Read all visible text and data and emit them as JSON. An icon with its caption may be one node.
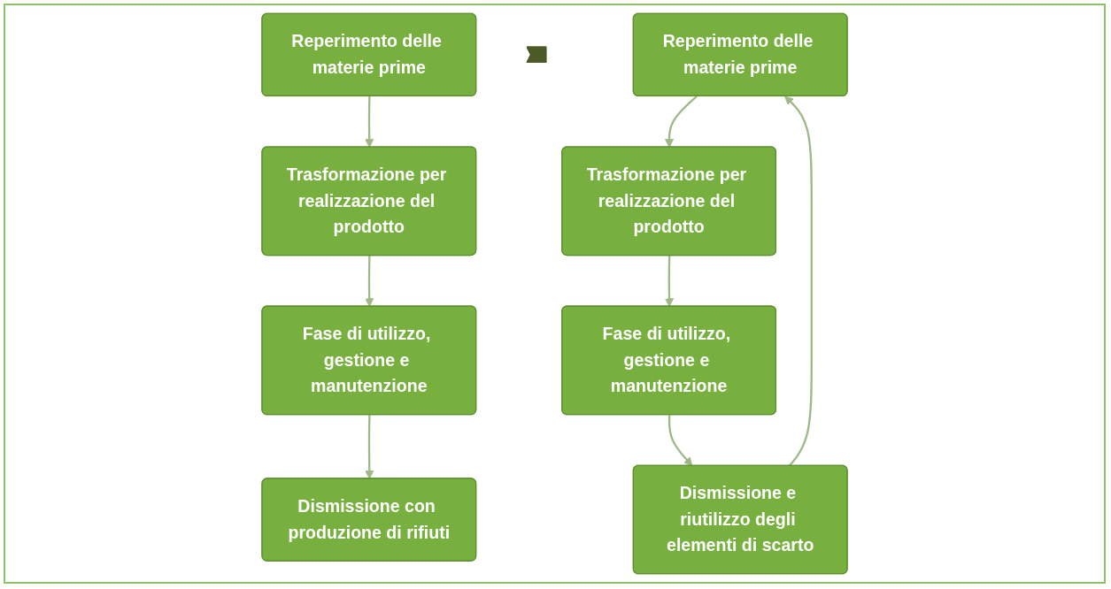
{
  "diagram": {
    "nodes": [
      {
        "text": [
          "Reperimento delle materie prime"
        ]
      },
      {
        "text": [
          "Trasformazione per realizzazione del prodotto"
        ]
      },
      {
        "text": [
          "Fase di utilizzo, gestione e manutenzione"
        ]
      },
      {
        "text": [
          "Dismissione con produzione di rifiuti"
        ]
      },
      {
        "text": [],
        "shape": "arrow"
      },
      {
        "text": [
          "Reperimento delle materie prime"
        ]
      },
      {
        "text": [
          "Trasformazione per realizzazione del prodotto"
        ]
      },
      {
        "text": [
          "Fase di utilizzo, gestione e manutenzione"
        ]
      },
      {
        "text": [
          "Dismissione e riutilizzo degli elementi di scarto"
        ]
      }
    ],
    "edges": [
      {
        "from": 0,
        "to": 1,
        "arrow": "to"
      },
      {
        "from": 1,
        "to": 2,
        "arrow": "to"
      },
      {
        "from": 2,
        "to": 3,
        "arrow": "to"
      },
      {
        "from": 5,
        "to": 6,
        "arrow": "to"
      },
      {
        "from": 6,
        "to": 7,
        "arrow": "to"
      },
      {
        "from": 7,
        "to": 8,
        "arrow": "to"
      },
      {
        "from": 8,
        "to": 5,
        "arrow": "to"
      }
    ]
  }
}
